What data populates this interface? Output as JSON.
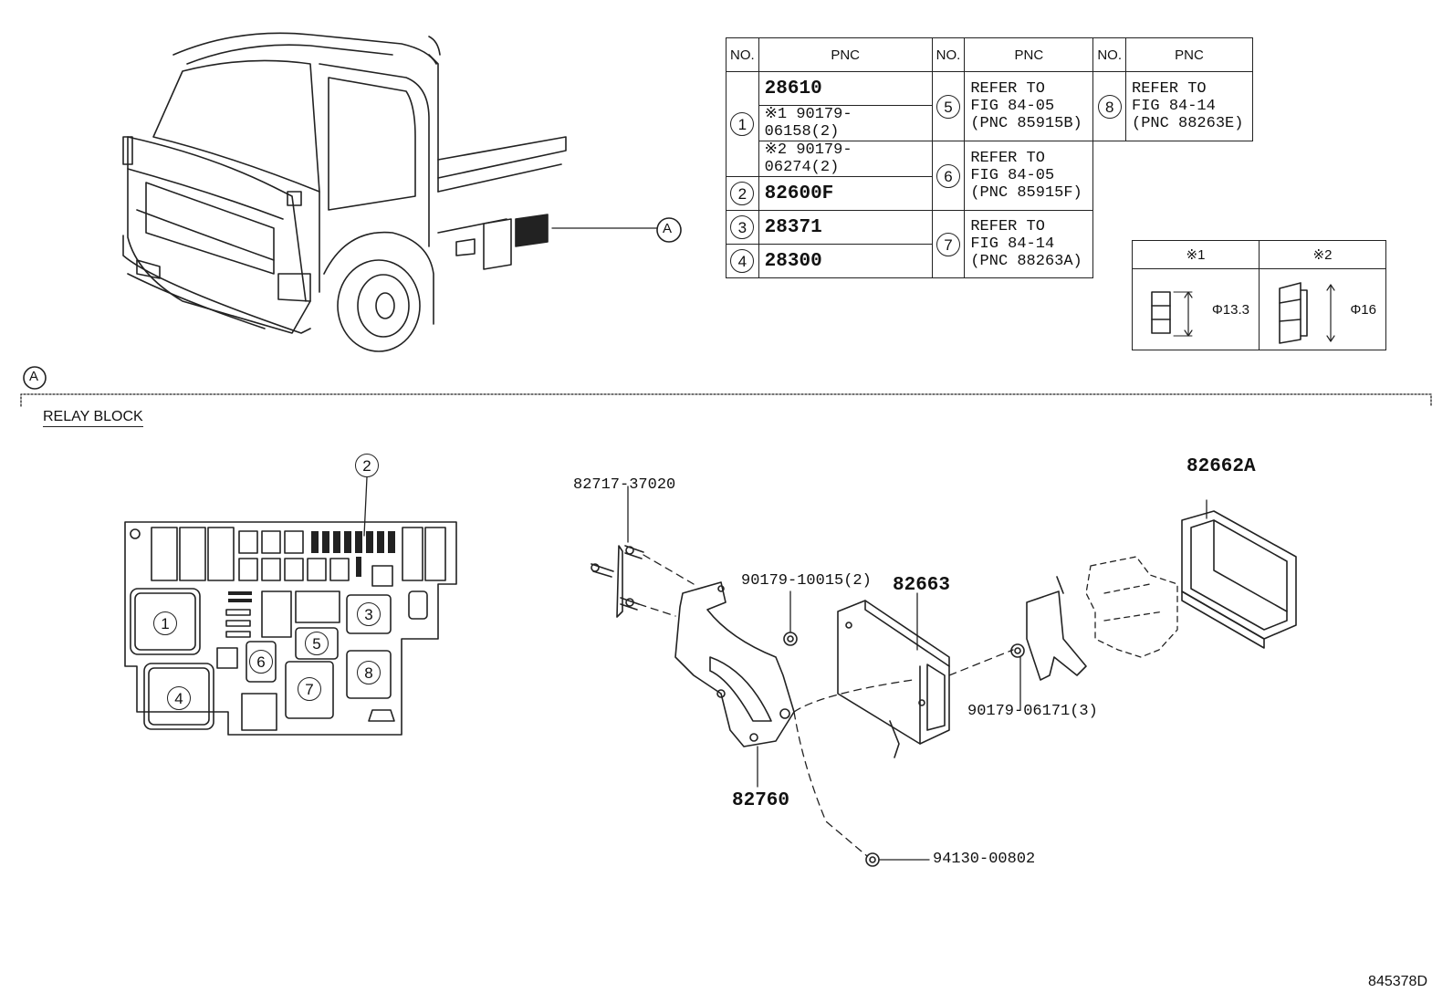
{
  "table": {
    "headers": {
      "no": "NO.",
      "pnc": "PNC"
    },
    "rows": {
      "item1": {
        "no": "1",
        "pnc": "28610",
        "star1": "※1 90179-06158(2)",
        "star2": "※2 90179-06274(2)"
      },
      "item2": {
        "no": "2",
        "pnc": "82600F"
      },
      "item3": {
        "no": "3",
        "pnc": "28371"
      },
      "item4": {
        "no": "4",
        "pnc": "28300"
      },
      "item5": {
        "no": "5",
        "ref": "REFER TO\nFIG 84-05\n(PNC 85915B)"
      },
      "item6": {
        "no": "6",
        "ref": "REFER TO\nFIG 84-05\n(PNC 85915F)"
      },
      "item7": {
        "no": "7",
        "ref": "REFER TO\nFIG 84-14\n(PNC 88263A)"
      },
      "item8": {
        "no": "8",
        "ref": "REFER TO\nFIG 84-14\n(PNC 88263E)"
      }
    }
  },
  "bolts": {
    "b1": {
      "head": "※1",
      "dim": "Φ13.3"
    },
    "b2": {
      "head": "※2",
      "dim": "Φ16"
    }
  },
  "section": {
    "marker": "A",
    "title": "RELAY BLOCK"
  },
  "callouts": {
    "top_marker": "A",
    "relay_item2": "2",
    "relay_items": [
      "1",
      "3",
      "4",
      "5",
      "6",
      "7",
      "8"
    ]
  },
  "parts": {
    "p1": "82717-37020",
    "p2": "90179-10015(2)",
    "p3": "82663",
    "p4": "82662A",
    "p5": "90179-06171(3)",
    "p6": "82760",
    "p7": "94130-00802"
  },
  "figure_id": "845378D",
  "colors": {
    "line": "#222222",
    "background": "#ffffff"
  }
}
